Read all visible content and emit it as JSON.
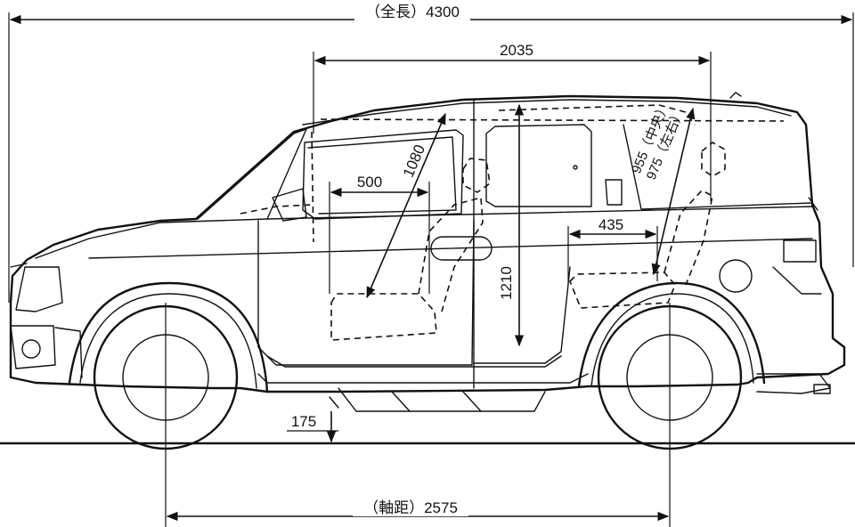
{
  "dimensions": {
    "overall_length": "（全長）4300",
    "interior_length": "2035",
    "door_window_height": "1080",
    "door_window_width": "500",
    "rear_headroom": "955（中央）\n975（左右）",
    "rear_headroom_center": "955（中央）",
    "rear_headroom_sides": "975（左右）",
    "rear_seat_width": "435",
    "interior_height": "1210",
    "ground_clearance": "175",
    "wheelbase": "（軸距）2575"
  }
}
